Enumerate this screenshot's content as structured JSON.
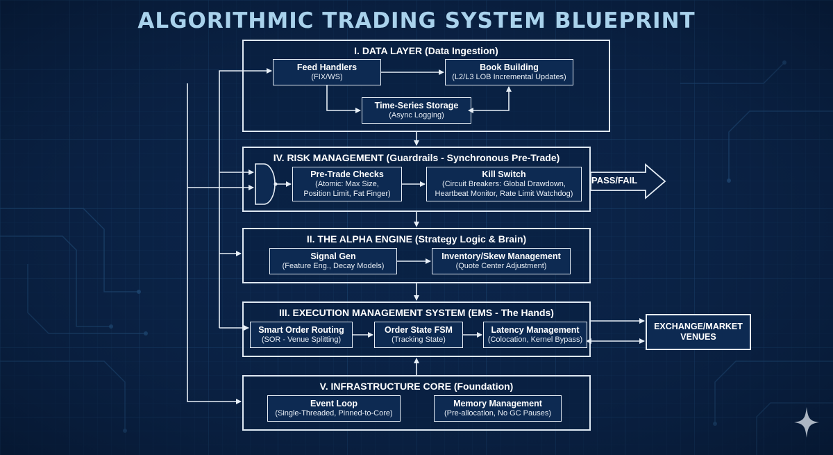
{
  "title": "ALGORITHMIC TRADING SYSTEM BLUEPRINT",
  "data_layer": {
    "title": "I. DATA LAYER (Data Ingestion)",
    "feed_handlers": {
      "title": "Feed Handlers",
      "sub": "(FIX/WS)"
    },
    "book_building": {
      "title": "Book Building",
      "sub": "(L2/L3 LOB Incremental Updates)"
    },
    "time_series": {
      "title": "Time-Series Storage",
      "sub": "(Async Logging)"
    }
  },
  "risk": {
    "title": "IV. RISK MANAGEMENT (Guardrails - Synchronous Pre-Trade)",
    "pretrade": {
      "title": "Pre-Trade Checks",
      "sub1": "(Atomic: Max Size,",
      "sub2": "Position Limit, Fat Finger)"
    },
    "kill": {
      "title": "Kill Switch",
      "sub1": "(Circuit Breakers: Global Drawdown,",
      "sub2": "Heartbeat Monitor, Rate Limit Watchdog)"
    },
    "pass_fail": "PASS/FAIL"
  },
  "alpha": {
    "title": "II. THE ALPHA ENGINE (Strategy Logic & Brain)",
    "signal": {
      "title": "Signal Gen",
      "sub": "(Feature Eng., Decay Models)"
    },
    "inventory": {
      "title": "Inventory/Skew Management",
      "sub": "(Quote Center Adjustment)"
    }
  },
  "ems": {
    "title": "III. EXECUTION MANAGEMENT SYSTEM (EMS - The Hands)",
    "sor": {
      "title": "Smart Order Routing",
      "sub": "(SOR - Venue Splitting)"
    },
    "fsm": {
      "title": "Order State FSM",
      "sub": "(Tracking State)"
    },
    "latency": {
      "title": "Latency Management",
      "sub": "(Colocation, Kernel Bypass)"
    },
    "exchange": {
      "line1": "EXCHANGE/MARKET",
      "line2": "VENUES"
    }
  },
  "infra": {
    "title": "V. INFRASTRUCTURE CORE (Foundation)",
    "event_loop": {
      "title": "Event Loop",
      "sub": "(Single-Threaded, Pinned-to-Core)"
    },
    "memory": {
      "title": "Memory Management",
      "sub": "(Pre-allocation, No GC Pauses)"
    }
  },
  "colors": {
    "background": "#0b2347",
    "line": "#dfe9f3",
    "title": "#a9d2ec",
    "grid": "#1d4a7a"
  }
}
